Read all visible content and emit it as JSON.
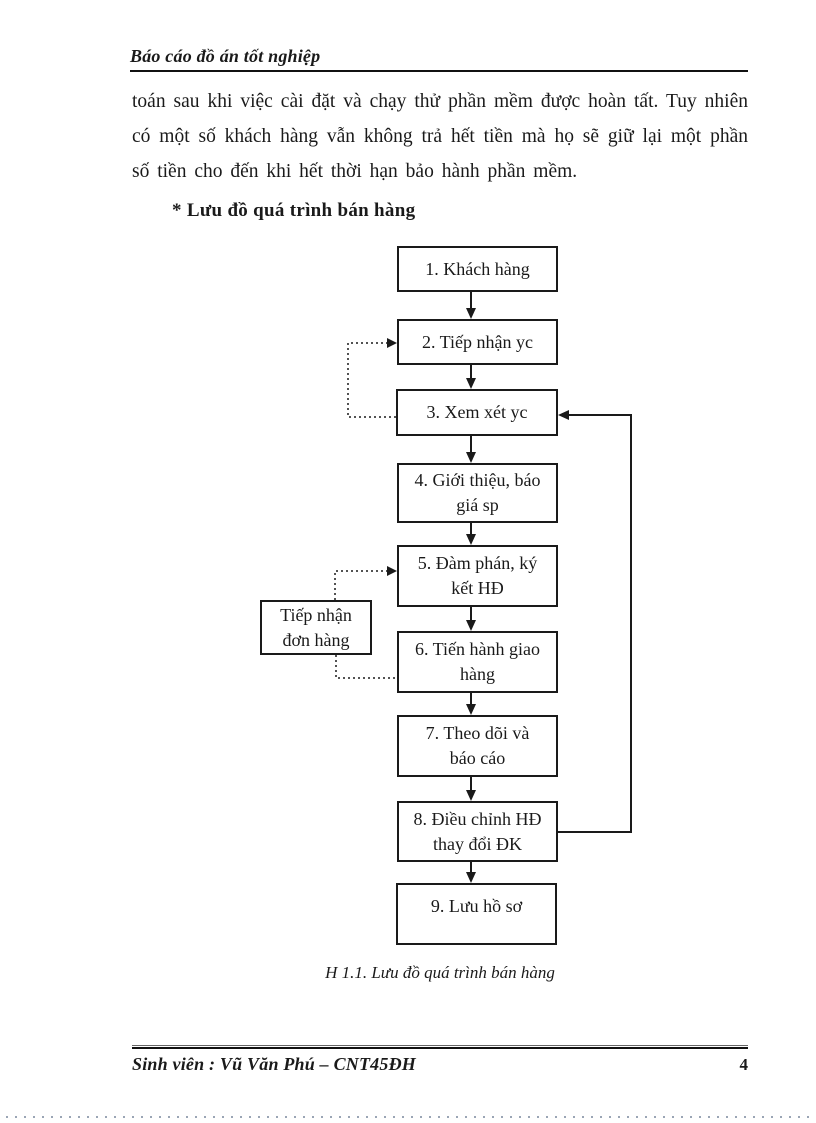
{
  "header": {
    "title": "Báo cáo đồ án tốt nghiệp"
  },
  "body": {
    "paragraph": "toán sau khi việc cài đặt và chạy thử phần mềm được hoàn tất. Tuy nhiên có một số khách hàng vẫn không trả hết tiền mà họ sẽ giữ lại một phần số tiền cho đến khi hết thời hạn bảo hành phần mềm.",
    "section_heading": "* Lưu đồ quá trình bán hàng",
    "caption": "H 1.1. Lưu đồ quá trình bán hàng"
  },
  "flowchart": {
    "boxes": [
      {
        "label": "1. Khách hàng"
      },
      {
        "label": "2. Tiếp nhận yc"
      },
      {
        "label": "3. Xem xét yc"
      },
      {
        "label": "4. Giới thiệu, báo\ngiá sp"
      },
      {
        "label": "5. Đàm phán, ký\nkết HĐ"
      },
      {
        "label": "6. Tiến hành giao\nhàng"
      },
      {
        "label": "7. Theo dõi và\nbáo cáo"
      },
      {
        "label": "8. Điều chỉnh HĐ\nthay đổi ĐK"
      },
      {
        "label": "9. Lưu hồ sơ"
      }
    ],
    "side_box": {
      "label": "Tiếp nhận\nđơn hàng"
    }
  },
  "footer": {
    "student": "Sinh viên : Vũ Văn Phú – CNT45ĐH",
    "page_number": "4"
  },
  "colors": {
    "text": "#1a1a1a",
    "line": "#1a1a1a",
    "background": "#ffffff",
    "page_break_dots": "#9aa5b5"
  }
}
